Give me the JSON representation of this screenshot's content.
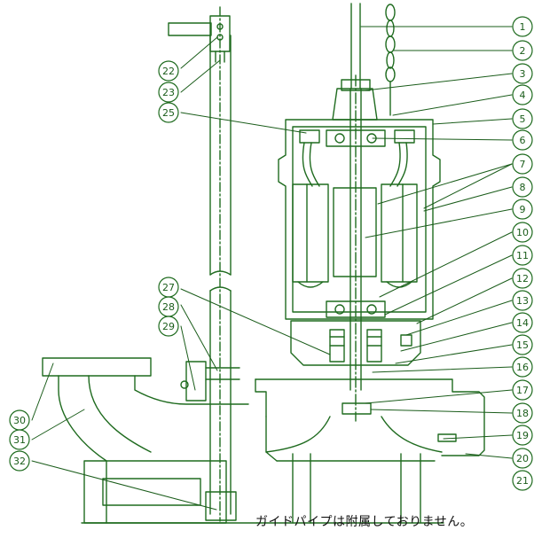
{
  "diagram": {
    "stroke_color": "#1f6b1f",
    "callouts": [
      {
        "label": "1"
      },
      {
        "label": "2"
      },
      {
        "label": "3"
      },
      {
        "label": "4"
      },
      {
        "label": "5"
      },
      {
        "label": "6"
      },
      {
        "label": "7"
      },
      {
        "label": "8"
      },
      {
        "label": "9"
      },
      {
        "label": "10"
      },
      {
        "label": "11"
      },
      {
        "label": "12"
      },
      {
        "label": "13"
      },
      {
        "label": "14"
      },
      {
        "label": "15"
      },
      {
        "label": "16"
      },
      {
        "label": "17"
      },
      {
        "label": "18"
      },
      {
        "label": "19"
      },
      {
        "label": "20"
      },
      {
        "label": "21"
      },
      {
        "label": "22"
      },
      {
        "label": "23"
      },
      {
        "label": "25"
      },
      {
        "label": "27"
      },
      {
        "label": "28"
      },
      {
        "label": "29"
      },
      {
        "label": "30"
      },
      {
        "label": "31"
      },
      {
        "label": "32"
      }
    ]
  },
  "note": "ガイドパイプは附属しておりません。"
}
